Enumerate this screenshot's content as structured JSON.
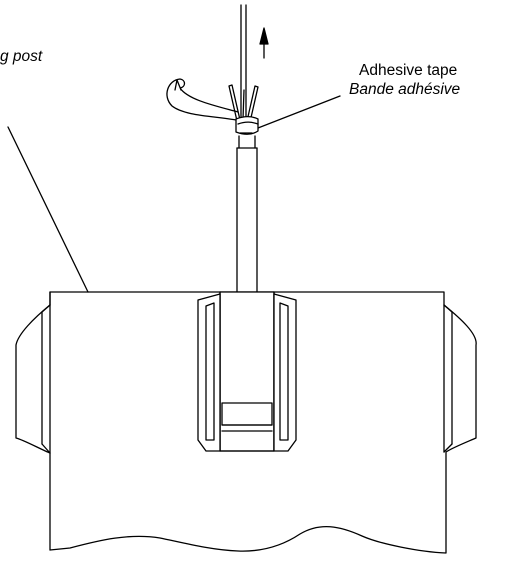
{
  "labels": {
    "post_fragment": "g post",
    "tape_en": "Adhesive tape",
    "tape_fr": "Bande adhésive"
  }
}
